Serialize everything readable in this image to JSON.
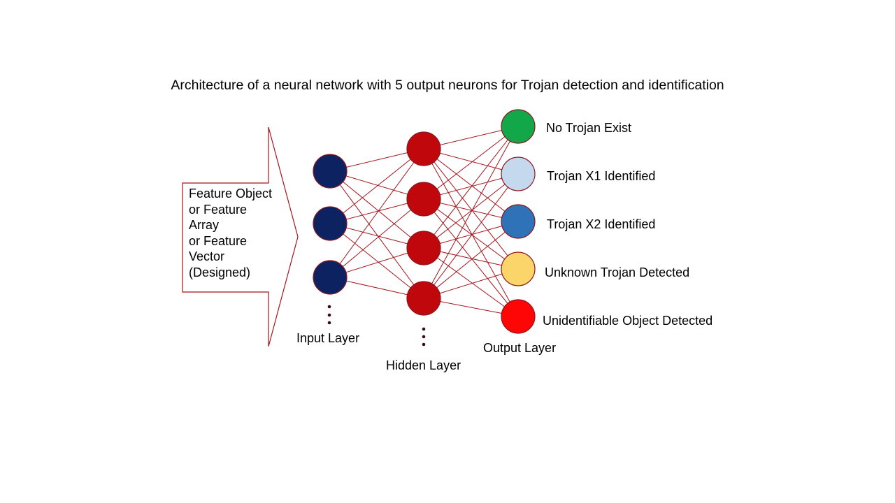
{
  "diagram": {
    "title": "Architecture of a neural network with 5 output neurons for Trojan detection and identification",
    "input_arrow_text": "Feature Object\nor Feature\nArray\nor Feature\nVector\n(Designed)",
    "layers": {
      "input": {
        "label": "Input Layer",
        "neuron_count": 3,
        "color": "#0d2260",
        "has_ellipsis": true
      },
      "hidden": {
        "label": "Hidden Layer",
        "neuron_count": 4,
        "color": "#c0080c",
        "has_ellipsis": true
      },
      "output": {
        "label": "Output Layer",
        "neurons": [
          {
            "label": "No Trojan Exist",
            "color": "#12a84a"
          },
          {
            "label": "Trojan X1 Identified",
            "color": "#c5d9ee"
          },
          {
            "label": "Trojan X2 Identified",
            "color": "#2f72b8"
          },
          {
            "label": "Unknown Trojan Detected",
            "color": "#fbd56a"
          },
          {
            "label": "Unidentifiable Object Detected",
            "color": "#ff0606"
          }
        ]
      }
    },
    "connection_color": "#a3141c",
    "arrow_outline_color": "#a3141c"
  }
}
